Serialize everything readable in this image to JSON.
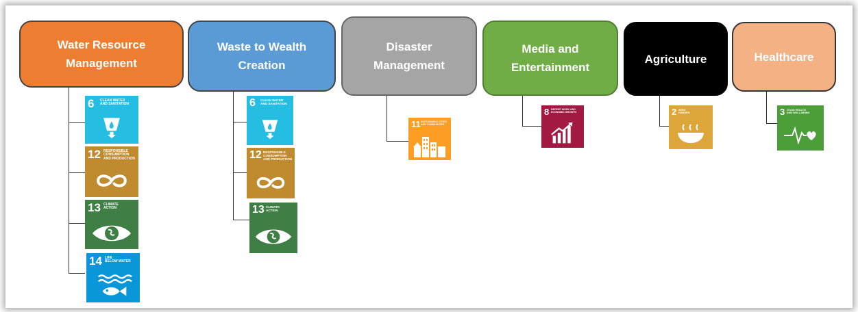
{
  "categories": [
    {
      "id": "water",
      "label": "Water Resource\nManagement",
      "color": "#ED7D31"
    },
    {
      "id": "waste",
      "label": "Waste to Wealth\nCreation",
      "color": "#5B9BD5"
    },
    {
      "id": "disaster",
      "label": "Disaster\nManagement",
      "color": "#A5A5A5"
    },
    {
      "id": "media",
      "label": "Media and\nEntertainment",
      "color": "#70AD47"
    },
    {
      "id": "agri",
      "label": "Agriculture",
      "color": "#000000"
    },
    {
      "id": "health",
      "label": "Healthcare",
      "color": "#F4B183"
    }
  ],
  "sdgs": {
    "g6": {
      "num": "6",
      "label": "CLEAN WATER\nAND SANITATION",
      "color": "#26BDE2"
    },
    "g12": {
      "num": "12",
      "label": "RESPONSIBLE\nCONSUMPTION\nAND PRODUCTION",
      "color": "#BF8B2E"
    },
    "g13": {
      "num": "13",
      "label": "CLIMATE\nACTION",
      "color": "#3F7E44"
    },
    "g14": {
      "num": "14",
      "label": "LIFE\nBELOW WATER",
      "color": "#0A97D9"
    },
    "g11": {
      "num": "11",
      "label": "SUSTAINABLE CITIES\nAND COMMUNITIES",
      "color": "#FD9D24"
    },
    "g8": {
      "num": "8",
      "label": "DECENT WORK AND\nECONOMIC GROWTH",
      "color": "#A21942"
    },
    "g2": {
      "num": "2",
      "label": "ZERO\nHUNGER",
      "color": "#DDA63A"
    },
    "g3": {
      "num": "3",
      "label": "GOOD HEALTH\nAND WELL-BEING",
      "color": "#4C9F38"
    }
  }
}
